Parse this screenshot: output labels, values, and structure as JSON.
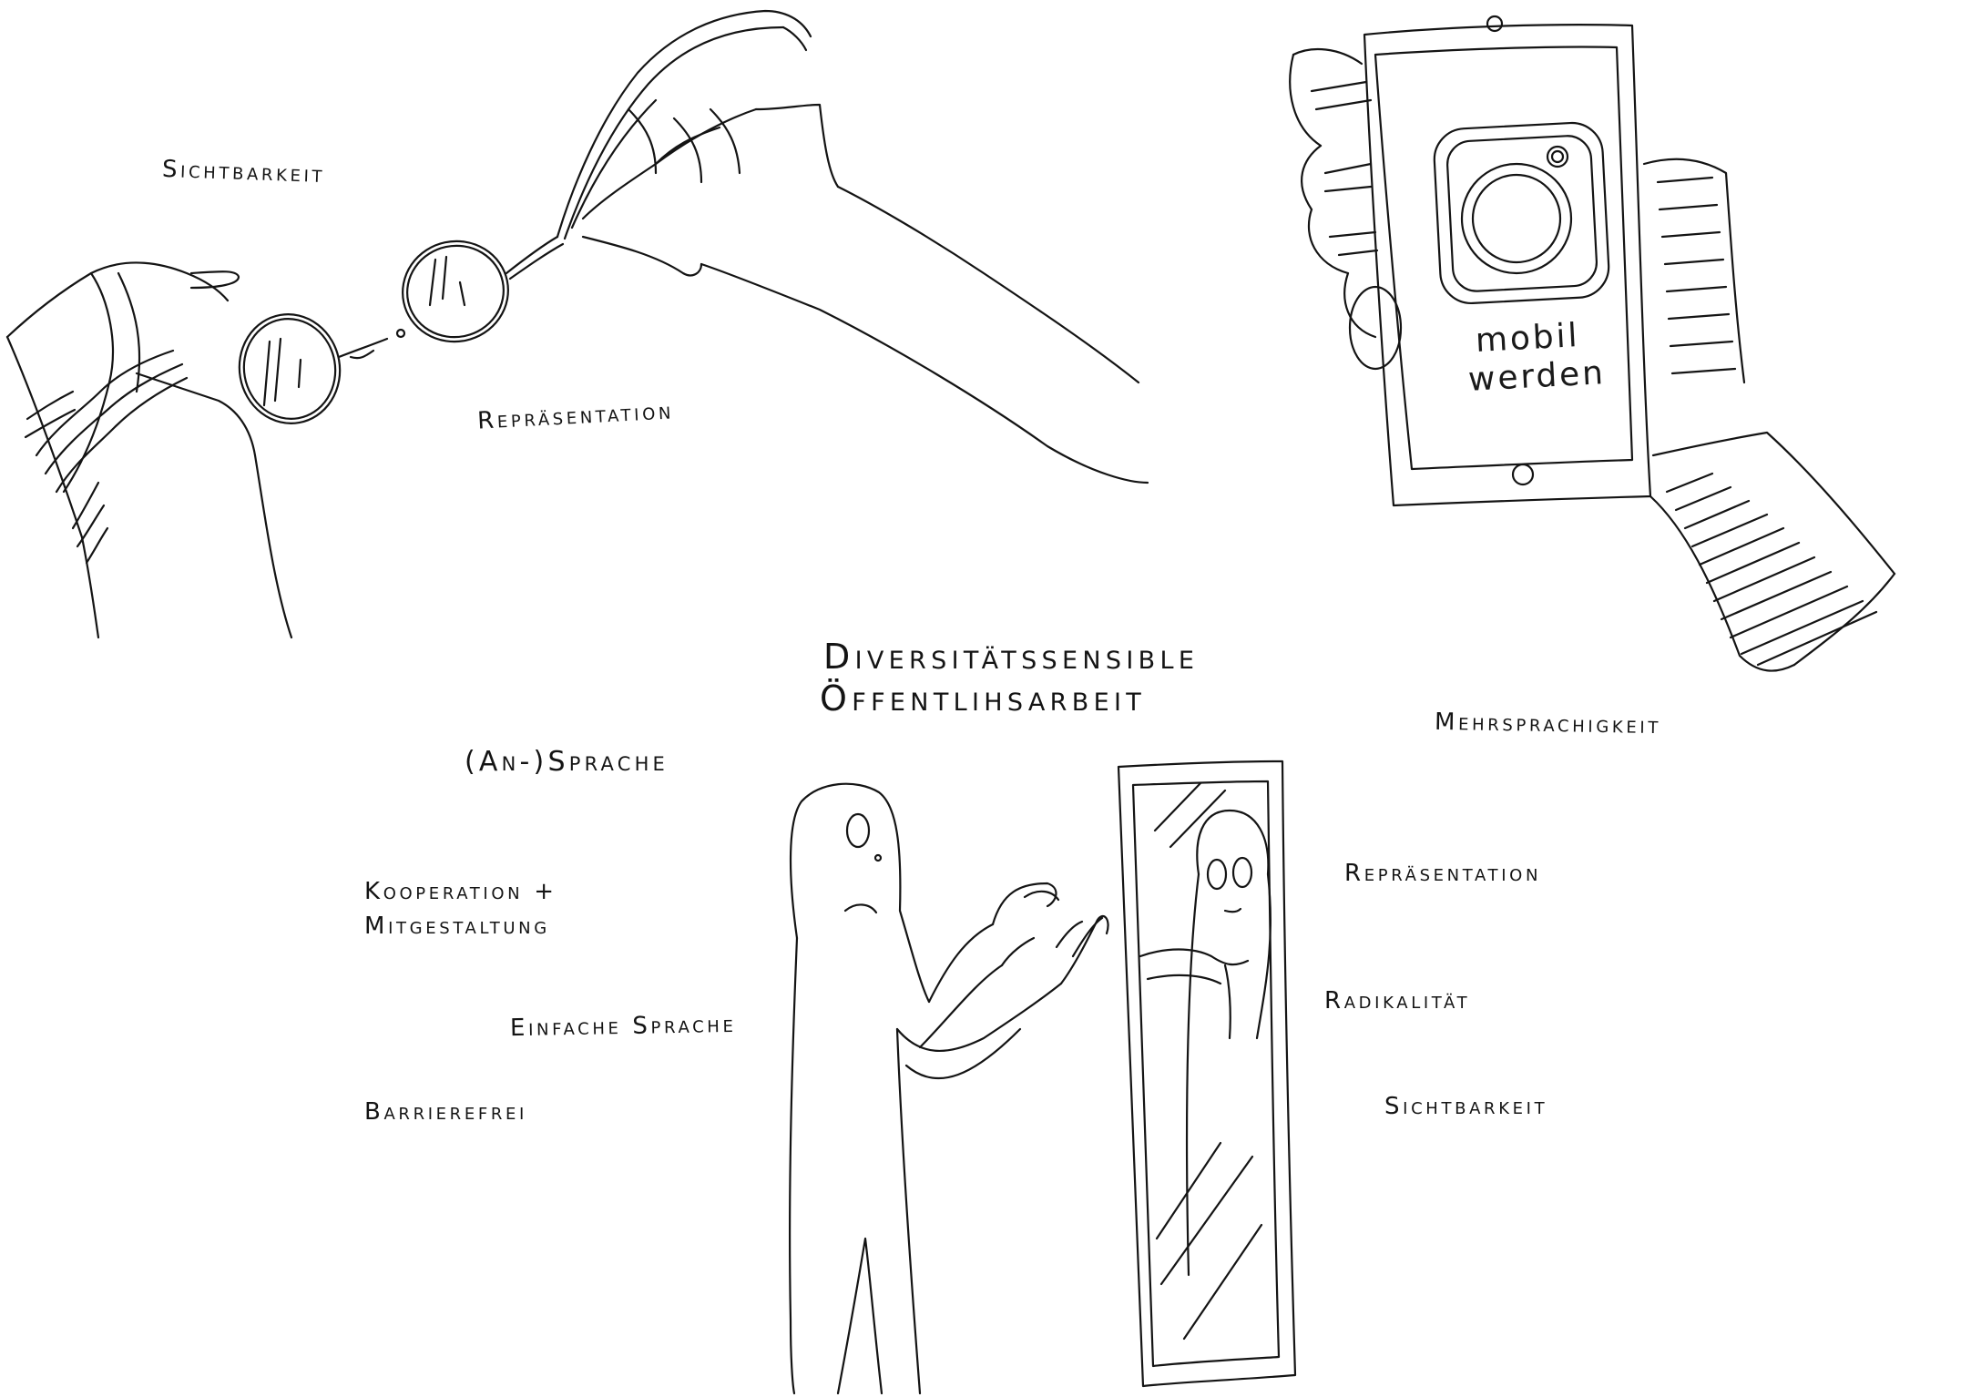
{
  "labels": {
    "sichtbarkeit_top": "Sichtbarkeit",
    "repraesentation_top": "Repräsentation",
    "title_line1": "Diversitätssensible",
    "title_line2": "Öffentlihsarbeit",
    "mehrsprachigkeit": "Mehrsprachigkeit",
    "ansprache": "(An-)Sprache",
    "kooperation_line1": "Kooperation +",
    "kooperation_line2": "Mitgestaltung",
    "einfache_sprache": "Einfache Sprache",
    "barrierefrei": "Barrierefrei",
    "repraesentation_right": "Repräsentation",
    "radikalitaet": "Radikalität",
    "sichtbarkeit_right": "Sichtbarkeit"
  },
  "phone": {
    "line1": "mobil",
    "line2": "werden"
  },
  "icons": {
    "glasses": "glasses-sketch-icon",
    "phone": "smartphone-sketch-icon",
    "figure": "person-mirror-sketch-icon"
  },
  "colors": {
    "ink": "#141414",
    "paper": "#ffffff"
  }
}
